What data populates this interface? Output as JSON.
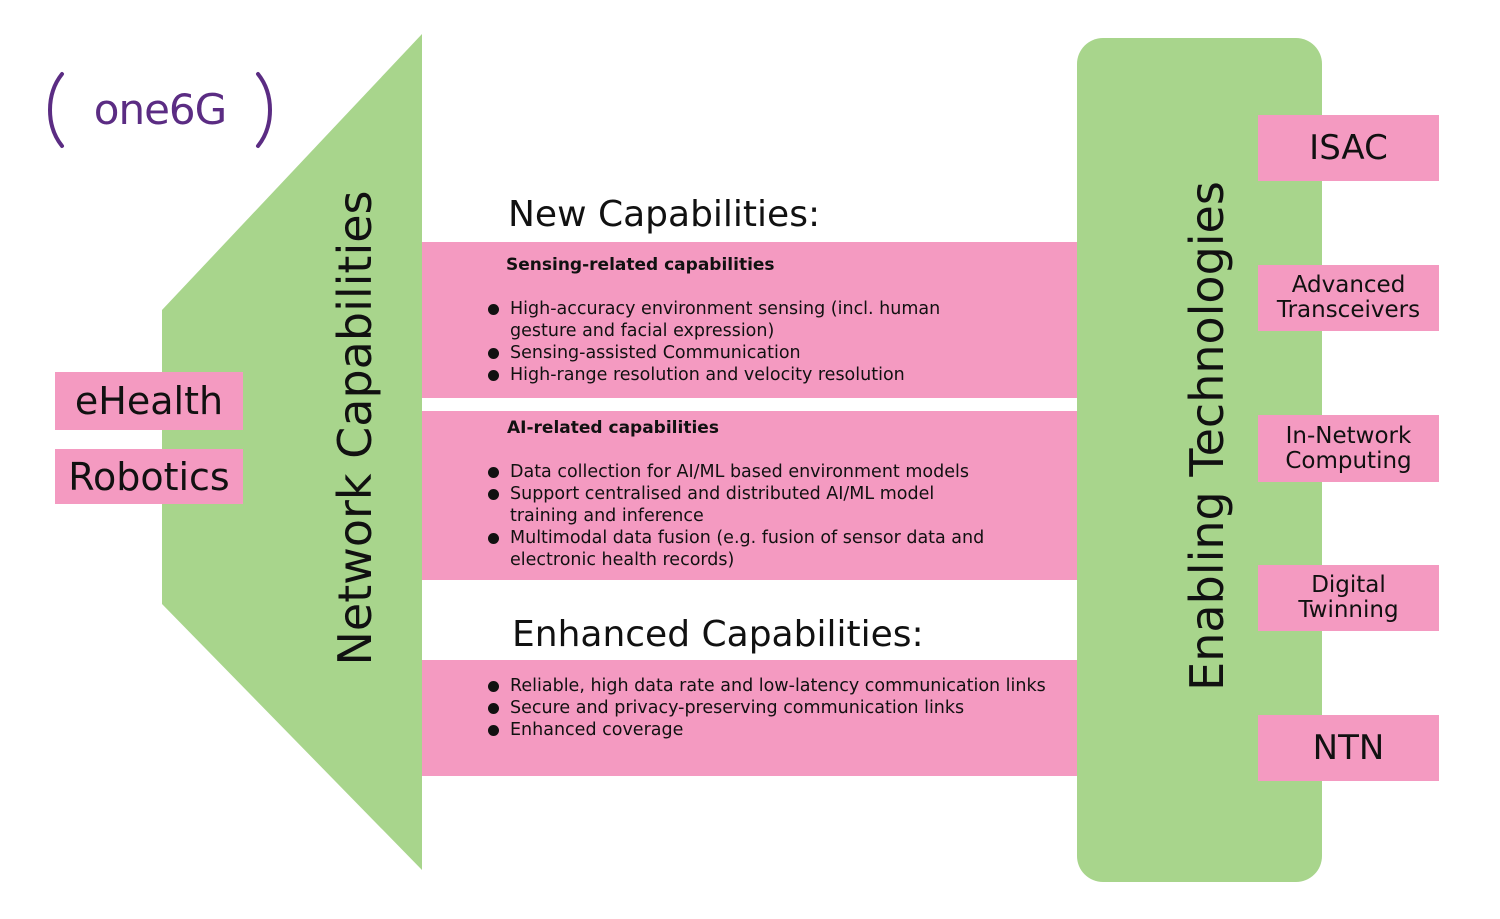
{
  "logo": {
    "text": "one6G",
    "color": "#5b2c83"
  },
  "colors": {
    "green": "#a8d58c",
    "pink": "#f49ac1",
    "text": "#111111"
  },
  "left": {
    "vertical_label": "Network Capabilities",
    "use_cases": [
      "eHealth",
      "Robotics"
    ]
  },
  "new_capabilities": {
    "heading": "New Capabilities:",
    "sensing": {
      "title": "Sensing-related capabilities",
      "bullets": [
        "High-accuracy environment sensing (incl. human gesture and facial expression)",
        "Sensing-assisted Communication",
        "High-range resolution and velocity resolution"
      ]
    },
    "ai": {
      "title": "AI-related capabilities",
      "bullets": [
        "Data collection for AI/ML based environment models",
        "Support centralised and distributed AI/ML model training and inference",
        "Multimodal data fusion (e.g. fusion of sensor data and electronic health records)"
      ]
    }
  },
  "enhanced_capabilities": {
    "heading": "Enhanced Capabilities:",
    "bullets": [
      "Reliable, high data rate and low-latency communication links",
      "Secure and privacy-preserving communication links",
      "Enhanced coverage"
    ]
  },
  "right": {
    "vertical_label": "Enabling Technologies",
    "technologies": [
      "ISAC",
      "Advanced\nTransceivers",
      "In-Network\nComputing",
      "Digital\nTwinning",
      "NTN"
    ]
  }
}
